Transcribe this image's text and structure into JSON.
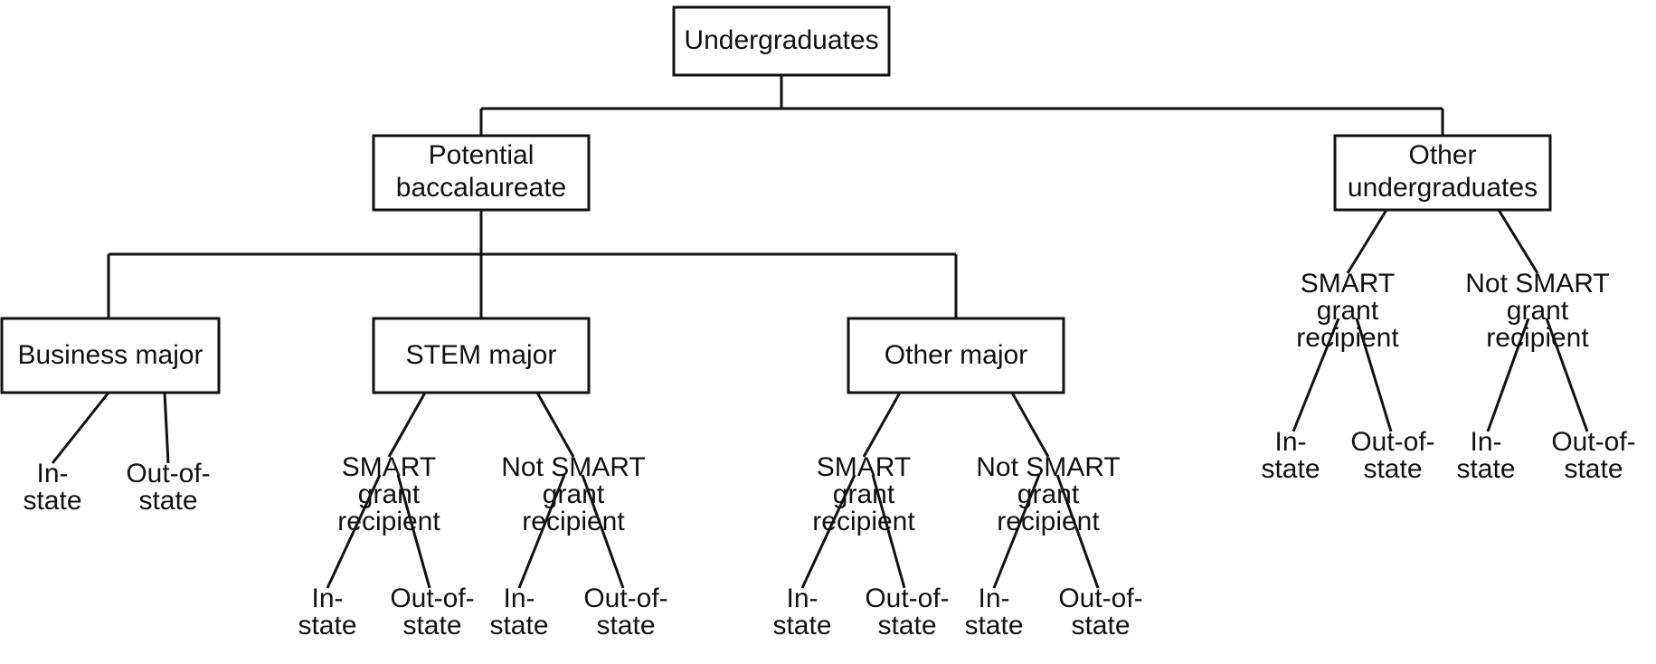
{
  "diagram": {
    "title": "Undergraduate classification tree",
    "type": "tree-diagram",
    "stroke_color": "#111111",
    "background_color": "#ffffff",
    "box_fill": "#ffffff",
    "nodes": {
      "root": {
        "label": "Undergraduates"
      },
      "potential_baccalaureate": {
        "line1": "Potential",
        "line2": "baccalaureate"
      },
      "other_undergraduates": {
        "line1": "Other",
        "line2": "undergraduates"
      },
      "business_major": {
        "label": "Business major"
      },
      "stem_major": {
        "label": "STEM major"
      },
      "other_major": {
        "label": "Other major"
      },
      "smart_grant": {
        "line1": "SMART",
        "line2": "grant",
        "line3": "recipient"
      },
      "not_smart_grant": {
        "line1": "Not SMART",
        "line2": "grant",
        "line3": "recipient"
      },
      "in_state": {
        "line1": "In-",
        "line2": "state"
      },
      "out_of_state": {
        "line1": "Out-of-",
        "line2": "state"
      }
    },
    "tree": {
      "name": "Undergraduates",
      "children": [
        {
          "name": "Potential baccalaureate",
          "children": [
            {
              "name": "Business major",
              "children": [
                {
                  "name": "In-state"
                },
                {
                  "name": "Out-of-state"
                }
              ]
            },
            {
              "name": "STEM major",
              "children": [
                {
                  "name": "SMART grant recipient",
                  "children": [
                    {
                      "name": "In-state"
                    },
                    {
                      "name": "Out-of-state"
                    }
                  ]
                },
                {
                  "name": "Not SMART grant recipient",
                  "children": [
                    {
                      "name": "In-state"
                    },
                    {
                      "name": "Out-of-state"
                    }
                  ]
                }
              ]
            },
            {
              "name": "Other major",
              "children": [
                {
                  "name": "SMART grant recipient",
                  "children": [
                    {
                      "name": "In-state"
                    },
                    {
                      "name": "Out-of-state"
                    }
                  ]
                },
                {
                  "name": "Not SMART grant recipient",
                  "children": [
                    {
                      "name": "In-state"
                    },
                    {
                      "name": "Out-of-state"
                    }
                  ]
                }
              ]
            }
          ]
        },
        {
          "name": "Other undergraduates",
          "children": [
            {
              "name": "SMART grant recipient",
              "children": [
                {
                  "name": "In-state"
                },
                {
                  "name": "Out-of-state"
                }
              ]
            },
            {
              "name": "Not SMART grant recipient",
              "children": [
                {
                  "name": "In-state"
                },
                {
                  "name": "Out-of-state"
                }
              ]
            }
          ]
        }
      ]
    }
  }
}
